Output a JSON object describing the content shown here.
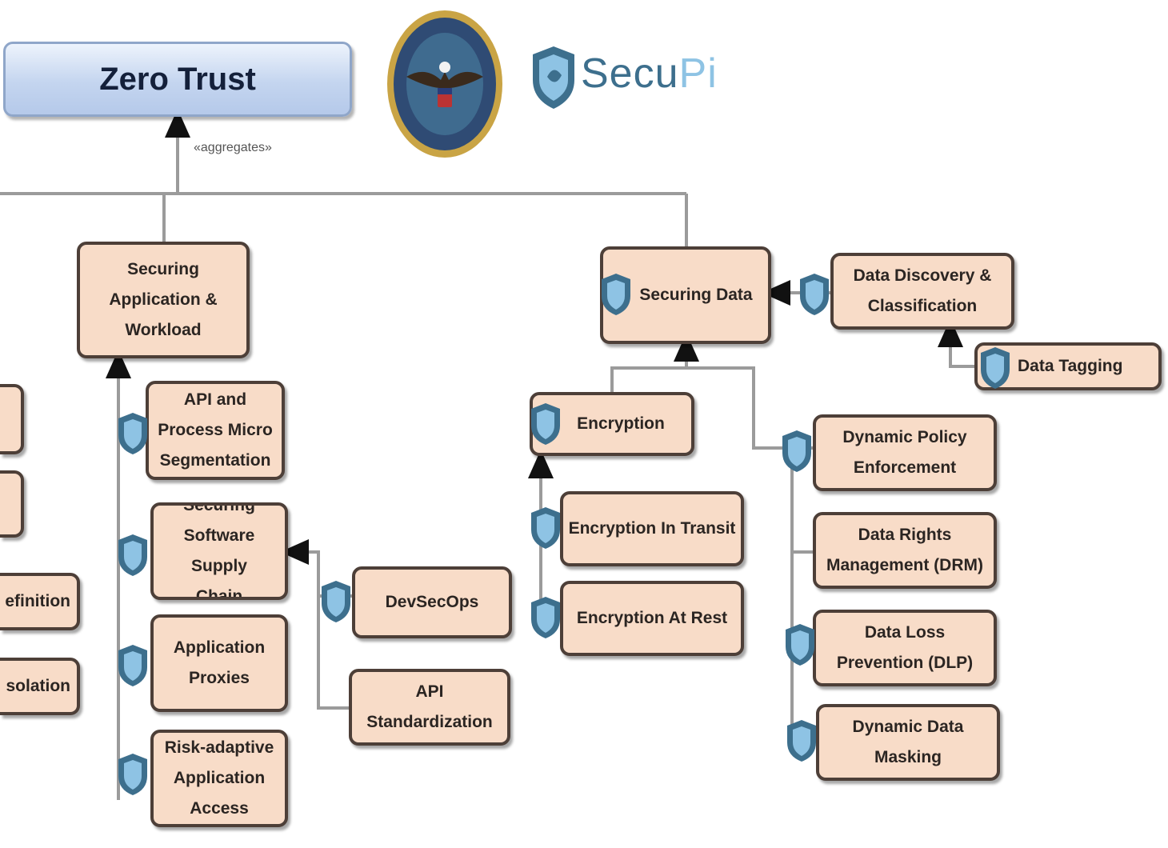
{
  "title": "Zero Trust",
  "edge_label": "«aggregates»",
  "logo": {
    "name_part1": "Secu",
    "name_part2": "Pi",
    "seal_icon": "dod-seal-icon",
    "shield_icon": "secupi-shield-icon"
  },
  "colors": {
    "node_fill": "#f8dcc8",
    "node_border": "#4d3f38",
    "connector": "#9b9b9b",
    "title_fill": "#c4d5ef",
    "brand": "#3d6f8d"
  },
  "nodes": {
    "securing_app_workload": "Securing Application & Workload",
    "api_process_micro_segmentation": "API and Process Micro Segmentation",
    "securing_software_supply_chain": "Securing Software Supply Chain",
    "application_proxies": "Application Proxies",
    "risk_adaptive_app_access": "Risk-adaptive Application Access",
    "devsecops": "DevSecOps",
    "api_standardization": "API Standardization",
    "securing_data": "Securing Data",
    "data_discovery_classification": "Data Discovery & Classification",
    "data_tagging": "Data Tagging",
    "encryption": "Encryption",
    "encryption_in_transit": "Encryption In Transit",
    "encryption_at_rest": "Encryption At Rest",
    "dynamic_policy_enforcement": "Dynamic Policy Enforcement",
    "data_rights_management": "Data Rights Management (DRM)",
    "data_loss_prevention": "Data Loss Prevention (DLP)",
    "dynamic_data_masking": "Dynamic Data Masking",
    "partial_definition": "efinition",
    "partial_isolation": "solation"
  }
}
